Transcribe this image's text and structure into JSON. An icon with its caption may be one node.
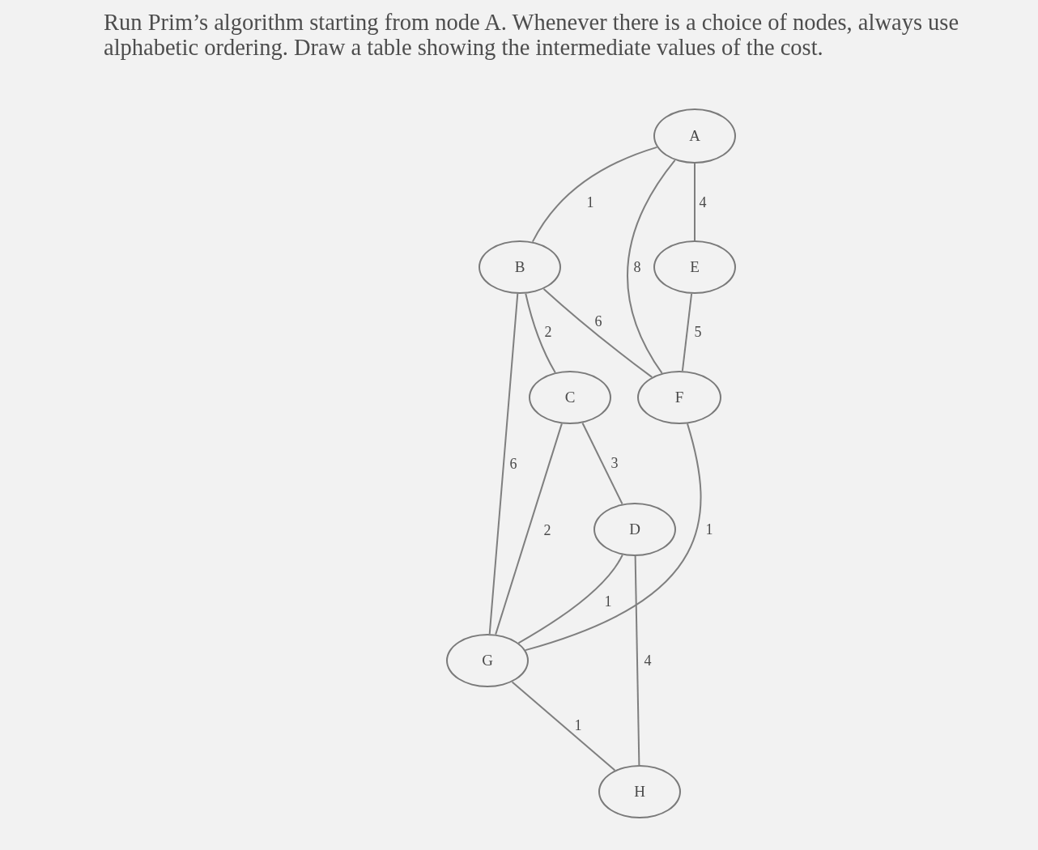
{
  "diagram": {
    "title": "Run Prim’s algorithm starting from node A. Whenever there is a choice of nodes, always use alphabetic ordering. Draw a table showing the intermediate values of the cost.",
    "nodes": [
      {
        "text": [
          "A"
        ]
      },
      {
        "text": [
          "B"
        ]
      },
      {
        "text": [
          "E"
        ]
      },
      {
        "text": [
          "C"
        ]
      },
      {
        "text": [
          "F"
        ]
      },
      {
        "text": [
          "D"
        ]
      },
      {
        "text": [
          "G"
        ]
      },
      {
        "text": [
          "H"
        ]
      }
    ],
    "edges": [
      {
        "from": 0,
        "to": 1,
        "arrow": "none",
        "label": "1"
      },
      {
        "from": 0,
        "to": 4,
        "arrow": "none",
        "label": "8"
      },
      {
        "from": 0,
        "to": 2,
        "arrow": "none",
        "label": "4"
      },
      {
        "from": 1,
        "to": 3,
        "arrow": "none",
        "label": "2"
      },
      {
        "from": 1,
        "to": 4,
        "arrow": "none",
        "label": "6"
      },
      {
        "from": 1,
        "to": 6,
        "arrow": "none",
        "label": "6"
      },
      {
        "from": 2,
        "to": 4,
        "arrow": "none",
        "label": "5"
      },
      {
        "from": 3,
        "to": 5,
        "arrow": "none",
        "label": "3"
      },
      {
        "from": 3,
        "to": 6,
        "arrow": "none",
        "label": "2"
      },
      {
        "from": 4,
        "to": 6,
        "arrow": "none",
        "label": "1"
      },
      {
        "from": 5,
        "to": 6,
        "arrow": "none",
        "label": "1"
      },
      {
        "from": 5,
        "to": 7,
        "arrow": "none",
        "label": "4"
      },
      {
        "from": 6,
        "to": 7,
        "arrow": "none",
        "label": "1"
      }
    ]
  }
}
